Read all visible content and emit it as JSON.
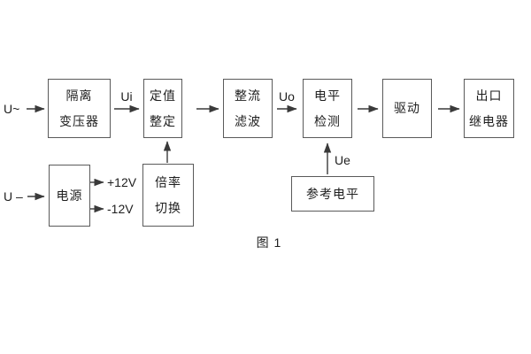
{
  "figure": {
    "caption": "图 1"
  },
  "labels": {
    "u_ac": "U~",
    "u_dc": "U –",
    "ui": "Ui",
    "uo": "Uo",
    "ue": "Ue",
    "rail_pos": "+12V",
    "rail_neg": "-12V"
  },
  "blocks": {
    "isolation": {
      "line1": "隔离",
      "line2": "变压器"
    },
    "setpoint": {
      "line1": "定值",
      "line2": "整定"
    },
    "rectifier": {
      "line1": "整流",
      "line2": "滤波"
    },
    "level": {
      "line1": "电平",
      "line2": "检测"
    },
    "driver": {
      "line1": "驱动"
    },
    "relay": {
      "line1": "出口",
      "line2": "继电器"
    },
    "power": {
      "line1": "电源"
    },
    "ratio": {
      "line1": "倍率",
      "line2": "切换"
    },
    "reference": {
      "line1": "参考电平"
    }
  },
  "colors": {
    "line": "#3a3a3a",
    "border": "#5a5a5a",
    "text": "#1e1e1e",
    "background": "#ffffff"
  }
}
